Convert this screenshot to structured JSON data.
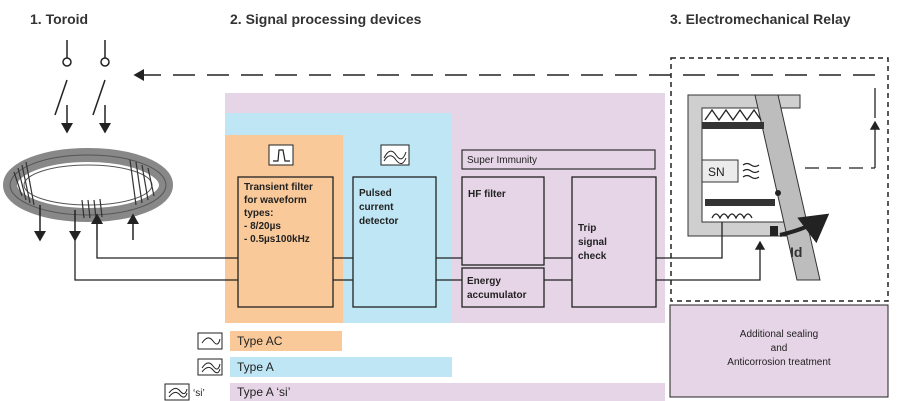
{
  "headers": {
    "toroid": "1. Toroid",
    "signal": "2. Signal processing devices",
    "relay": "3. Electromechanical Relay"
  },
  "transient_filter": {
    "lines": [
      "Transient filter",
      "for waveform",
      "types:",
      "- 8/20µs",
      "- 0.5µs100kHz"
    ]
  },
  "pulsed_detector": {
    "lines": [
      "Pulsed",
      "current",
      "detector"
    ]
  },
  "super_immunity": "Super Immunity",
  "hf_filter": "HF filter",
  "energy_accumulator": [
    "Energy",
    "accumulator"
  ],
  "trip_check": [
    "Trip",
    "signal",
    "check"
  ],
  "relay": {
    "sn": "SN",
    "id": "Id"
  },
  "sealing": [
    "Additional sealing",
    "and",
    "Anticorrosion treatment"
  ],
  "legend": [
    {
      "label": "Type AC",
      "prefix": "",
      "color": "#f9c99a"
    },
    {
      "label": "Type A",
      "prefix": "",
      "color": "#bfe6f4"
    },
    {
      "label": "Type A ‘si’",
      "prefix": "‘si’",
      "color": "#e6d4e7"
    }
  ],
  "colors": {
    "orange": "#f9c99a",
    "blue": "#bfe6f4",
    "purple": "#e6d4e7",
    "relay_gray": "#dcdcdc"
  }
}
